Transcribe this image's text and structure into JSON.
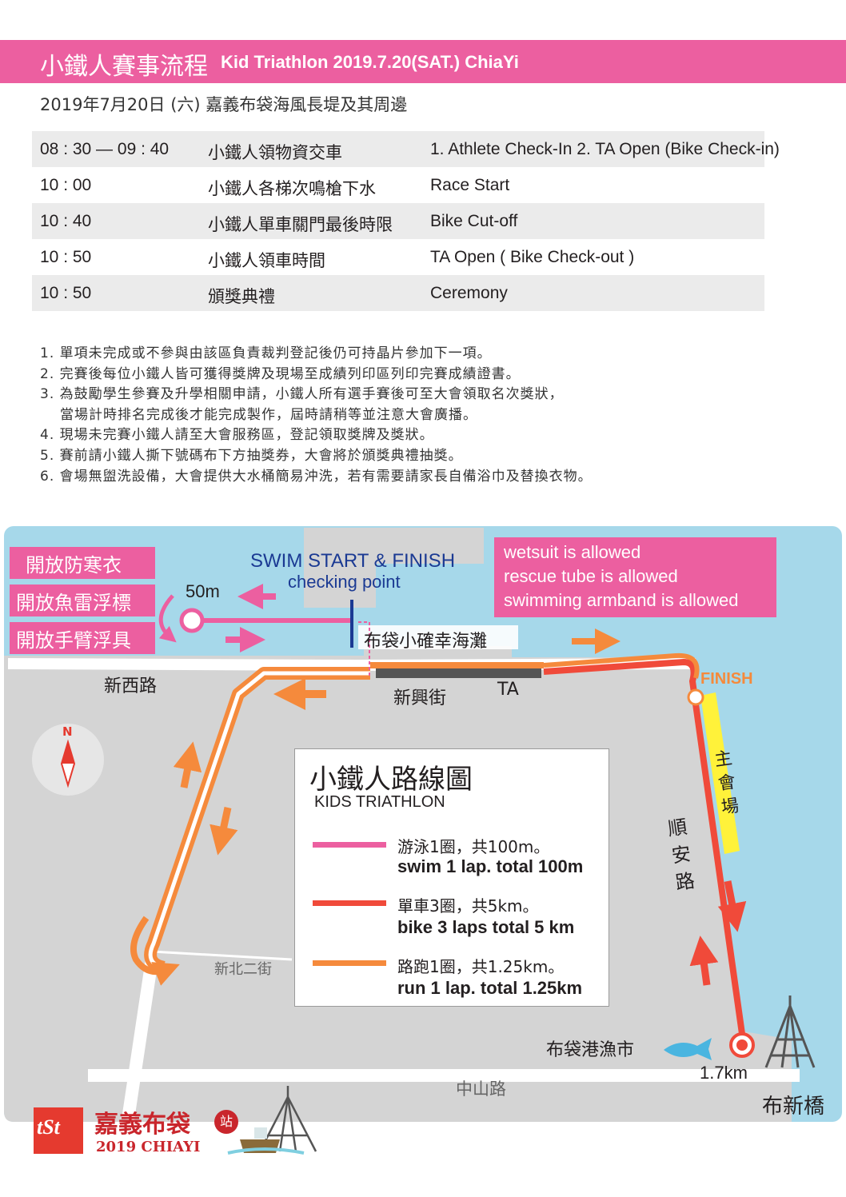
{
  "header": {
    "title_zh": "小鐵人賽事流程",
    "title_en": "Kid Triathlon 2019.7.20(SAT.) ChiaYi",
    "subtitle": "2019年7月20日 (六)  嘉義布袋海風長堤及其周邊"
  },
  "schedule": [
    {
      "time": "08 : 30  —  09 : 40",
      "zh": "小鐵人領物資交車",
      "en": "1. Athlete Check-In 2. TA Open (Bike Check-in)"
    },
    {
      "time": "10 : 00",
      "zh": "小鐵人各梯次鳴槍下水",
      "en": "Race Start"
    },
    {
      "time": "10 : 40",
      "zh": "小鐵人單車關門最後時限",
      "en": "Bike Cut-off"
    },
    {
      "time": "10 : 50",
      "zh": "小鐵人領車時間",
      "en": "TA Open ( Bike Check-out )"
    },
    {
      "time": "10 : 50",
      "zh": "頒獎典禮",
      "en": "Ceremony"
    }
  ],
  "notes": [
    "1. 單項未完成或不參與由該區負責裁判登記後仍可持晶片參加下一項。",
    "2. 完賽後每位小鐵人皆可獲得獎牌及現場至成績列印區列印完賽成績證書。",
    "3. 為鼓勵學生參賽及升學相關申請，小鐵人所有選手賽後可至大會領取名次獎狀，",
    "當場計時排名完成後才能完成製作，屆時請稍等並注意大會廣播。",
    "4. 現場未完賽小鐵人請至大會服務區，登記領取獎牌及獎狀。",
    "5. 賽前請小鐵人撕下號碼布下方抽獎券，大會將於頒獎典禮抽獎。",
    "6. 會場無盥洗設備，大會提供大水桶簡易沖洗，若有需要請家長自備浴巾及替換衣物。"
  ],
  "map": {
    "open_items": [
      "開放防寒衣",
      "開放魚雷浮標",
      "開放手臂浮具"
    ],
    "swim_start_line1": "SWIM START & FINISH",
    "swim_start_line2": "checking point",
    "distance_50m": "50m",
    "allowed": [
      "wetsuit is allowed",
      "rescue tube is allowed",
      "swimming armband is allowed"
    ],
    "beach": "布袋小確幸海灘",
    "road_xinxi": "新西路",
    "road_xinxing": "新興街",
    "ta": "TA",
    "finish": "FINISH",
    "main_venue": "主會場",
    "road_shunan": "順安路",
    "road_xinbei2": "新北二街",
    "fish_market": "布袋港漁市",
    "distance_17": "1.7km",
    "road_zhongshan": "中山路",
    "bridge": "布新橋",
    "north": "N",
    "logo_text": "嘉義布袋",
    "logo_badge": "站",
    "logo_sub": "2019 CHIAYI",
    "logo_mark": "tSt"
  },
  "legend": {
    "title": "小鐵人路線圖",
    "subtitle": "KIDS TRIATHLON",
    "items": [
      {
        "zh": "游泳1圈，共100m。",
        "en": "swim 1 lap. total 100m",
        "color": "#ec5fa0"
      },
      {
        "zh": "單車3圈，共5km。",
        "en": "bike 3 laps  total 5 km",
        "color": "#f04a3a"
      },
      {
        "zh": "路跑1圈，共1.25km。",
        "en": "run 1 lap. total 1.25km",
        "color": "#f58a3c"
      }
    ]
  },
  "colors": {
    "pink": "#ec5fa0",
    "sea": "#a6d8ea",
    "land": "#d4d4d4",
    "run": "#f58a3c",
    "bike": "#f04a3a",
    "venue": "#fff23a"
  }
}
